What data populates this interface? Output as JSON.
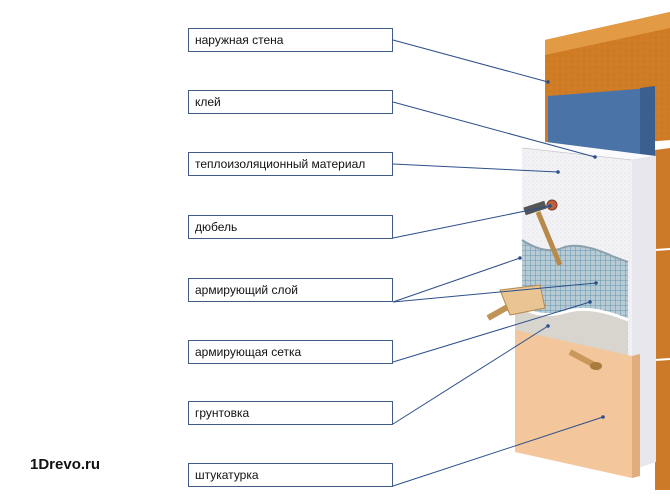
{
  "labels": [
    "наружная стена",
    "клей",
    "теплоизоляционный материал",
    "дюбель",
    "армирующий слой",
    "армирующая сетка",
    "грунтовка",
    "штукатурка"
  ],
  "brand": "1Drevo.ru"
}
